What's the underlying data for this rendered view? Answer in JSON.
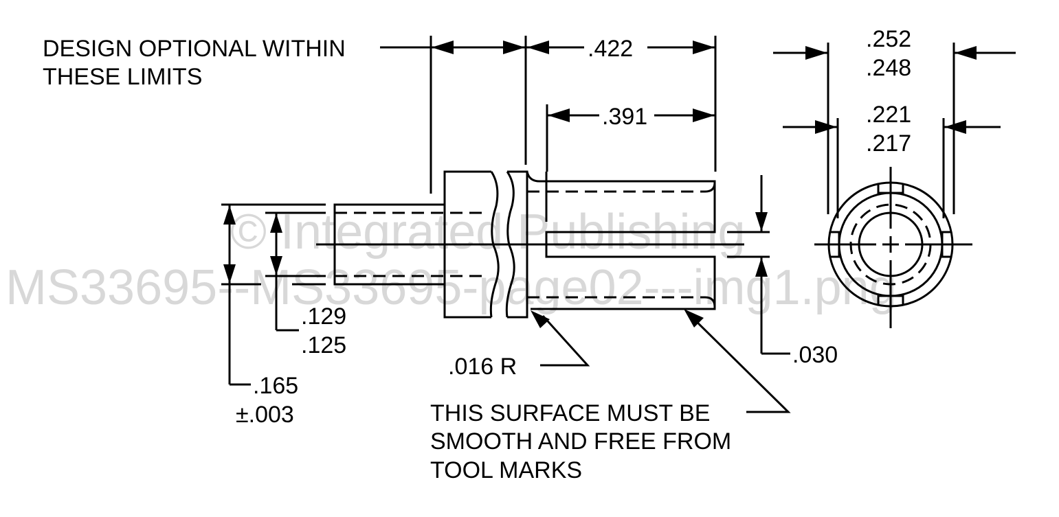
{
  "watermark": {
    "line1": "© Integrated Publishing",
    "line2": "MS33695--MS33695-page02---img1.png"
  },
  "notes": {
    "design_optional": [
      "DESIGN OPTIONAL WITHIN",
      "THESE LIMITS"
    ],
    "surface_finish": [
      "THIS SURFACE MUST BE",
      "SMOOTH AND FREE FROM",
      "TOOL MARKS"
    ]
  },
  "dimensions": {
    "overall_length": ".422",
    "bore_depth": ".391",
    "outer_dia_max": ".252",
    "outer_dia_min": ".248",
    "inner_dia_max": ".221",
    "inner_dia_min": ".217",
    "shank_dia_max": ".129",
    "shank_dia_min": ".125",
    "head_dia": ".165",
    "head_dia_tol": "±.003",
    "fillet_radius": ".016  R",
    "slot_width": ".030"
  }
}
